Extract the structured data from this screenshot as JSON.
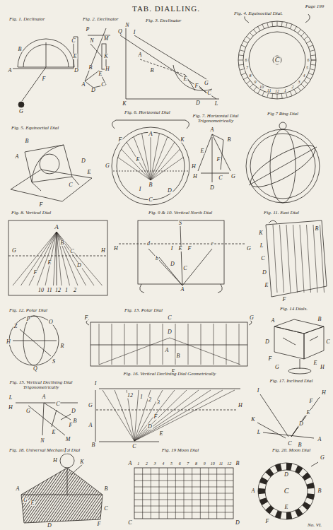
{
  "diagram": {
    "title": "TAB. DIALLING.",
    "labels": [
      "Page 199",
      "Fig. 1. Declinator",
      "A",
      "B",
      "F",
      "D",
      "C",
      "E",
      "G",
      "Fig. 2. Declinator",
      "P",
      "N",
      "M",
      "K",
      "H",
      "B",
      "E",
      "C",
      "D",
      "A",
      "Fig. 3. Declinator",
      "Q",
      "N",
      "I",
      "B",
      "E",
      "F",
      "G",
      "C",
      "D",
      "K",
      "L",
      "A",
      "Fig. 4. Equinoctial Dial.",
      "C",
      "6",
      "7",
      "8",
      "9",
      "10",
      "11",
      "12",
      "1",
      "2",
      "3",
      "4",
      "5",
      "6",
      "Fig. 5. Equinoctial Dial",
      "A",
      "B",
      "C",
      "D",
      "E",
      "F",
      "Fig. 6. Horizontal Dial",
      "A",
      "B",
      "C",
      "D",
      "E",
      "F",
      "G",
      "H",
      "I",
      "K",
      "Fig. 7. Horizontal Dial Trigonometrically",
      "A",
      "B",
      "E",
      "F",
      "H",
      "C",
      "G",
      "D",
      "Fig 7 Ring Dial",
      "Fig. 8. Vertical Dial",
      "A",
      "B",
      "C",
      "D",
      "E",
      "F",
      "G",
      "H",
      "10",
      "11",
      "12",
      "1",
      "2",
      "Fig. 9 & 10. Vertical North Dial",
      "S",
      "H",
      "E",
      "F",
      "I",
      "d",
      "e",
      "D",
      "C",
      "G",
      "A",
      "b",
      "Fig. 11. East Dial",
      "K",
      "L",
      "C",
      "D",
      "E",
      "F",
      "B",
      "Fig. 12. Polar Dial",
      "P",
      "O",
      "H",
      "R",
      "S",
      "Z",
      "Q",
      "Fig. 13. Polar Dial",
      "F",
      "C",
      "G",
      "A",
      "B",
      "D",
      "E",
      "Fig. 14 Dials.",
      "A",
      "B",
      "C",
      "D",
      "E",
      "F",
      "G",
      "H",
      "Fig. 15. Vertical Declining Dial Trigonometrically",
      "L",
      "H",
      "G",
      "A",
      "C",
      "D",
      "F",
      "B",
      "E",
      "N",
      "M",
      "Fig. 16. Vertical Declining Dial Geometrically",
      "I",
      "G",
      "A",
      "B",
      "C",
      "D",
      "E",
      "F",
      "H",
      "12",
      "1",
      "2",
      "3",
      "Fig. 17. Inclined Dial",
      "I",
      "H",
      "K",
      "L",
      "C",
      "D",
      "E",
      "F",
      "A",
      "B",
      "Fig. 18. Universal Mechanical Dial",
      "H",
      "I",
      "K",
      "A",
      "B",
      "C",
      "D",
      "E",
      "F",
      "G",
      "Fig. 19 Moon Dial",
      "A",
      "B",
      "C",
      "D",
      "1",
      "2",
      "3",
      "4",
      "5",
      "6",
      "7",
      "8",
      "9",
      "10",
      "11",
      "12",
      "Fig. 20. Moon Dial",
      "C",
      "A",
      "B",
      "D",
      "E",
      "F",
      "G",
      "No. VI."
    ]
  }
}
